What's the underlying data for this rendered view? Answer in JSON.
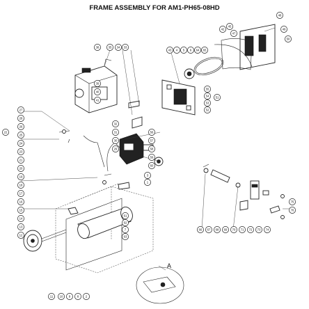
{
  "title": "FRAME ASSEMBLY FOR AM1-PH65-08HD",
  "detail_label": "A",
  "callouts": [
    {
      "label": "42"
    },
    {
      "label": "45"
    },
    {
      "label": "47"
    },
    {
      "label": "48"
    },
    {
      "label": "49"
    },
    {
      "label": "50"
    },
    {
      "label": "43"
    },
    {
      "label": "4"
    },
    {
      "label": "5"
    },
    {
      "label": "6"
    },
    {
      "label": "64"
    },
    {
      "label": "65"
    },
    {
      "label": "38"
    },
    {
      "label": "35"
    },
    {
      "label": "34"
    },
    {
      "label": "33"
    },
    {
      "label": "27"
    },
    {
      "label": "28"
    },
    {
      "label": "26"
    },
    {
      "label": "25"
    },
    {
      "label": "24"
    },
    {
      "label": "23"
    },
    {
      "label": "22"
    },
    {
      "label": "21"
    },
    {
      "label": "20"
    },
    {
      "label": "19"
    },
    {
      "label": "18"
    },
    {
      "label": "17"
    },
    {
      "label": "16"
    },
    {
      "label": "15"
    },
    {
      "label": "14"
    },
    {
      "label": "13"
    },
    {
      "label": "12"
    },
    {
      "label": "32"
    },
    {
      "label": "31"
    },
    {
      "label": "30"
    },
    {
      "label": "29"
    },
    {
      "label": "56"
    },
    {
      "label": "57"
    },
    {
      "label": "58"
    },
    {
      "label": "59"
    },
    {
      "label": "60"
    },
    {
      "label": "3"
    },
    {
      "label": "1"
    },
    {
      "label": "7"
    },
    {
      "label": "63"
    },
    {
      "label": "61"
    },
    {
      "label": "62"
    },
    {
      "label": "55"
    },
    {
      "label": "54"
    },
    {
      "label": "53"
    },
    {
      "label": "52"
    },
    {
      "label": "51"
    },
    {
      "label": "39"
    },
    {
      "label": "40"
    },
    {
      "label": "41"
    },
    {
      "label": "66"
    },
    {
      "label": "67"
    },
    {
      "label": "68"
    },
    {
      "label": "69"
    },
    {
      "label": "70"
    },
    {
      "label": "71"
    },
    {
      "label": "72"
    },
    {
      "label": "73"
    },
    {
      "label": "74"
    },
    {
      "label": "75"
    },
    {
      "label": "76"
    },
    {
      "label": "11"
    },
    {
      "label": "10"
    },
    {
      "label": "9"
    },
    {
      "label": "8"
    },
    {
      "label": "2"
    }
  ]
}
